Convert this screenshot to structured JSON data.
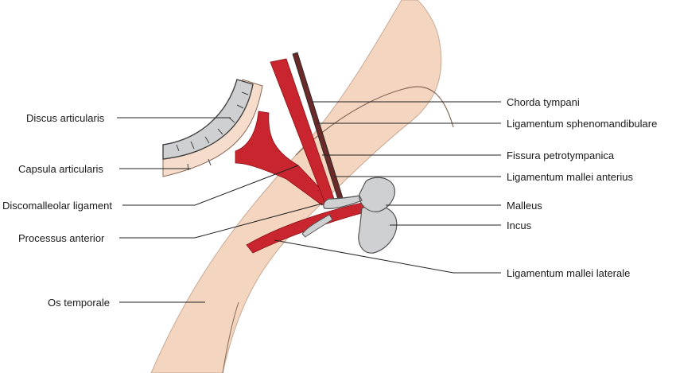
{
  "colors": {
    "bone": "#f3d5c0",
    "bone_edge": "#8a6a5a",
    "muscle": "#c8252e",
    "muscle_dark": "#8e1218",
    "ossicle": "#cfd0d2",
    "ossicle_edge": "#555555",
    "leader": "#222222"
  },
  "labels": {
    "discus_articularis": "Discus articularis",
    "capsula_articularis": "Capsula articularis",
    "discomalleolar_ligament": "Discomalleolar ligament",
    "processus_anterior": "Processus anterior",
    "os_temporale": "Os temporale",
    "chorda_tympani": "Chorda tympani",
    "ligamentum_sphenomandibulare": "Ligamentum sphenomandibulare",
    "fissura_petrotympanica": "Fissura petrotympanica",
    "ligamentum_mallei_anterius": "Ligamentum mallei anterius",
    "malleus": "Malleus",
    "incus": "Incus",
    "ligamentum_mallei_laterale": "Ligamentum mallei laterale"
  }
}
